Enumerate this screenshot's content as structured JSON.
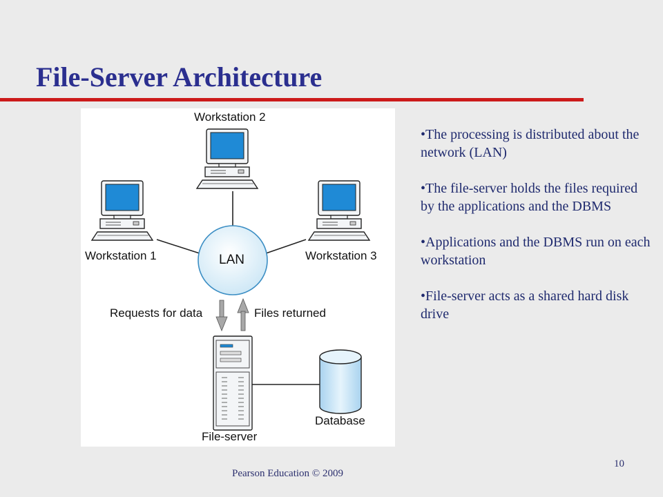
{
  "slide": {
    "title": "File-Server Architecture",
    "footer": "Pearson Education © 2009",
    "page_number": "10"
  },
  "diagram": {
    "nodes": {
      "workstation_1": "Workstation 1",
      "workstation_2": "Workstation 2",
      "workstation_3": "Workstation 3",
      "lan": "LAN",
      "file_server": "File-server",
      "database": "Database"
    },
    "arrows": {
      "requests": "Requests for data",
      "returned": "Files returned"
    },
    "colors": {
      "screen": "#1f8ad6",
      "lan_fill": "#e3f3fb",
      "lan_stroke": "#3b8ec4",
      "device": "#f3f5f7",
      "database_fill": "#cfe7f6"
    }
  },
  "bullets": [
    "The processing is distributed about the network (LAN)",
    "The file-server holds the files required by the applications and the DBMS",
    "Applications and the DBMS run on each workstation",
    "File-server acts as a shared hard disk drive"
  ]
}
